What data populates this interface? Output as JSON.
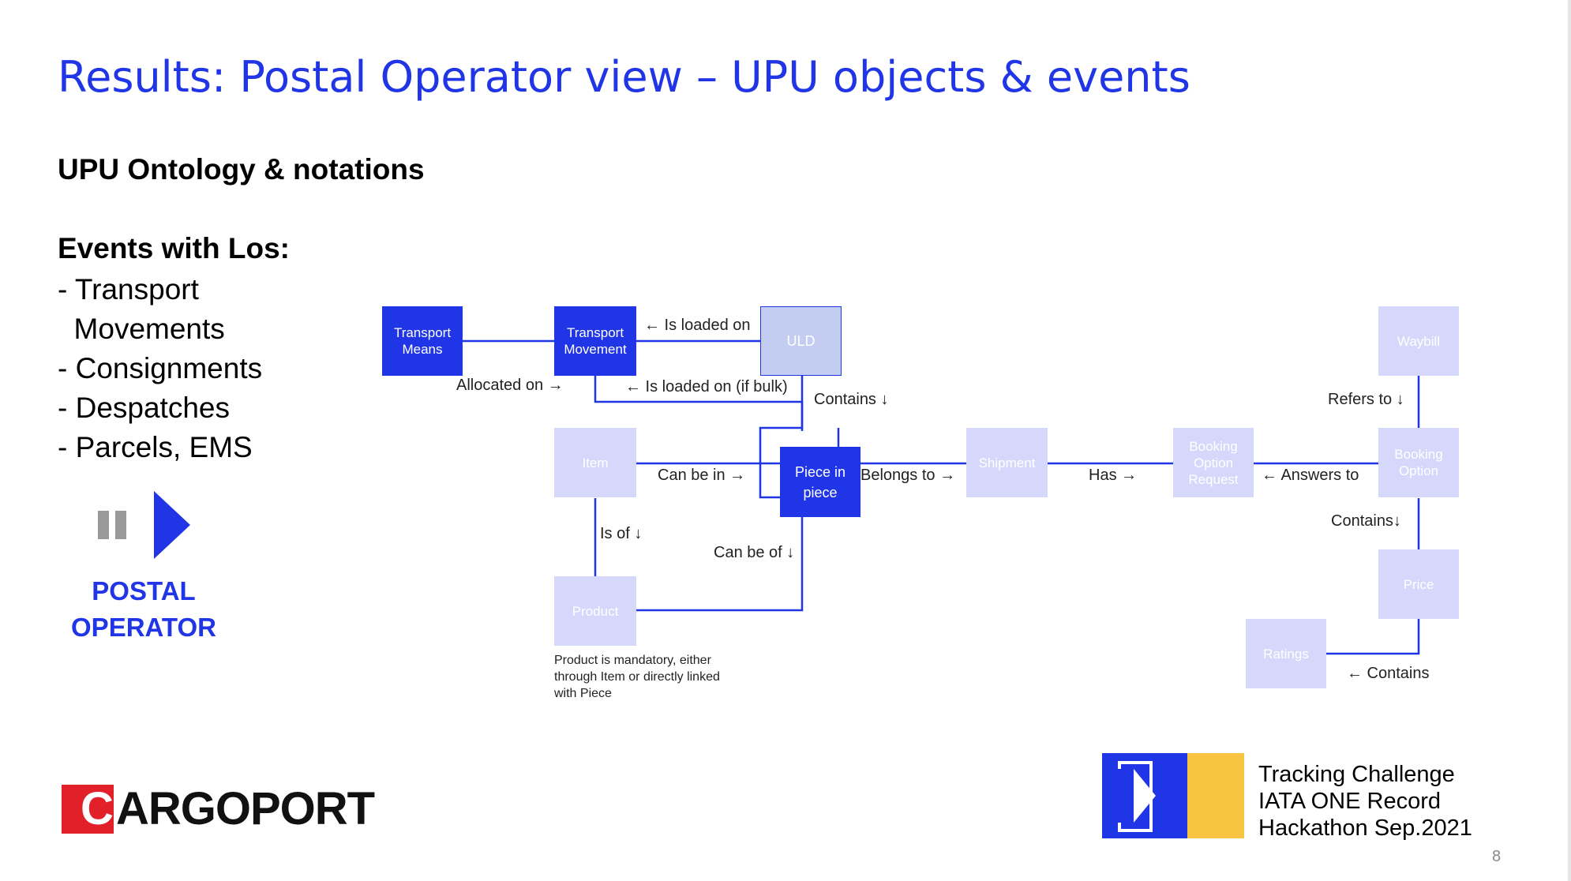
{
  "slide": {
    "title": "Results: Postal Operator view – UPU objects & events",
    "subtitle": "UPU Ontology & notations",
    "events_heading": "Events with Los:",
    "events": [
      "- Transport",
      "  Movements",
      "- Consignments",
      "- Despatches",
      "- Parcels, EMS"
    ],
    "postal_label_line1": "POSTAL",
    "postal_label_line2": "OPERATOR",
    "page_number": "8"
  },
  "diagram": {
    "nodes": {
      "transport_means": "Transport Means",
      "transport_movement": "Transport Movement",
      "uld": "ULD",
      "waybill": "Waybill",
      "item": "Item",
      "piece_in_piece": "Piece in piece",
      "shipment": "Shipment",
      "booking_option_request": "Booking Option Request",
      "booking_option": "Booking Option",
      "product": "Product",
      "price": "Price",
      "ratings": "Ratings"
    },
    "edges": {
      "is_loaded_on": "← Is loaded on",
      "allocated_on": "Allocated on →",
      "is_loaded_on_bulk": "← Is loaded on (if bulk)",
      "contains_uld": "Contains ↓",
      "refers_to": "Refers to ↓",
      "can_be_in": "Can be in →",
      "belongs_to": "Belongs to →",
      "has": "Has →",
      "answers_to": "← Answers to",
      "is_of": "Is of ↓",
      "can_be_of": "Can be of ↓",
      "contains_price": "Contains↓",
      "contains_ratings": "← Contains"
    },
    "note": "Product is mandatory, either through Item or directly linked with Piece"
  },
  "footer": {
    "cargoport_first": "C",
    "cargoport_rest": "ARGOPORT",
    "hackathon_line1": "Tracking Challenge",
    "hackathon_line2": "IATA ONE Record",
    "hackathon_line3": "Hackathon Sep.2021"
  },
  "colors": {
    "accent": "#1f35e6",
    "light_node": "#d5d8fb",
    "uld_node": "#c3cdf2",
    "logo_red": "#e2202a",
    "logo_yellow": "#f8c543"
  }
}
